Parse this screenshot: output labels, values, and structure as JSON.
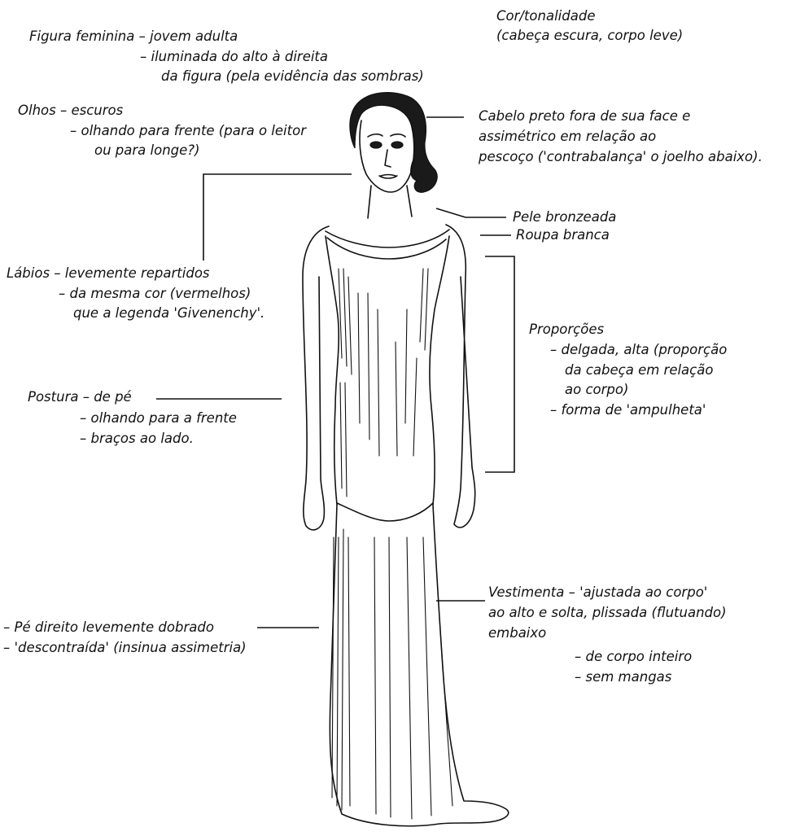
{
  "annotations": {
    "cor": [
      "Cor/tonalidade",
      "(cabeça escura, corpo leve)"
    ],
    "figura": [
      "Figura feminina – jovem adulta",
      "– iluminada do alto à direita",
      "da figura (pela evidência das sombras)"
    ],
    "olhos": [
      "Olhos – escuros",
      "– olhando para frente (para o leitor",
      "ou para longe?)"
    ],
    "cabelo": [
      "Cabelo preto fora de sua face e",
      "assimétrico em relação ao",
      "pescoço ('contrabalança' o joelho abaixo)."
    ],
    "pele": "Pele bronzeada",
    "roupa": "Roupa branca",
    "labios": [
      "Lábios – levemente repartidos",
      "– da mesma cor (vermelhos)",
      "que a legenda 'Givenenchy'."
    ],
    "proporcoes": [
      "Proporções",
      "– delgada, alta (proporção",
      "da cabeça em relação",
      "ao corpo)",
      "– forma de 'ampulheta'"
    ],
    "postura": [
      "Postura – de pé",
      "– olhando para a frente",
      "– braços ao lado."
    ],
    "vestimenta": [
      "Vestimenta – 'ajustada ao corpo'",
      "ao alto e solta, plissada (flutuando)",
      "embaixo",
      "– de corpo inteiro",
      "– sem mangas"
    ],
    "pe": [
      "– Pé direito levemente dobrado",
      "– 'descontraída' (insinua assimetria)"
    ]
  }
}
